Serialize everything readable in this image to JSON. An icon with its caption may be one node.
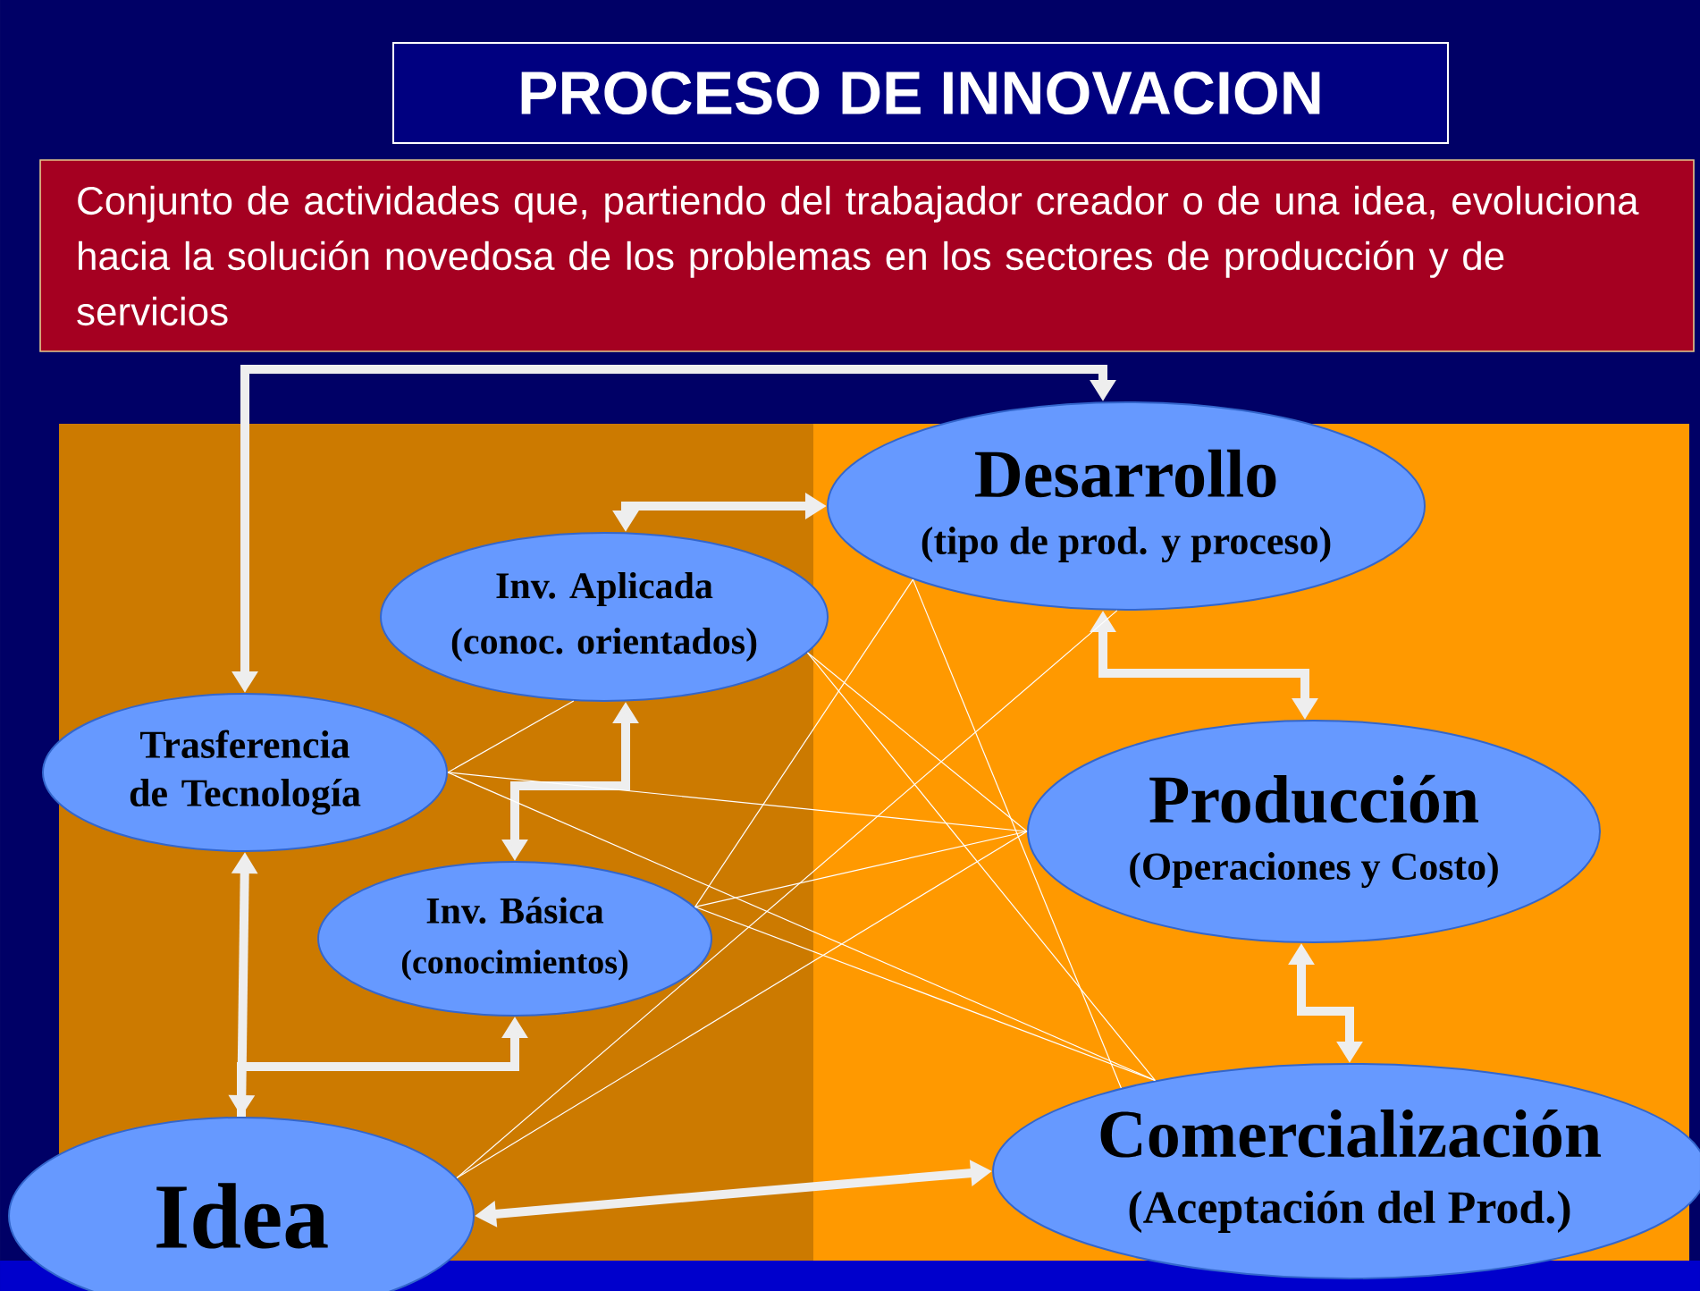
{
  "diagram": {
    "title": "PROCESO DE INNOVACION",
    "nodes": [
      {
        "text": [
          "Conjunto de actividades que, partiendo del trabajador creador o de una idea, evoluciona hacia la solución novedosa de los problemas en los sectores de producción y de servicios"
        ]
      },
      {
        "text": [
          "Desarrollo",
          "(tipo de prod. y proceso)"
        ]
      },
      {
        "text": [
          "Inv. Aplicada",
          "(conoc. orientados)"
        ]
      },
      {
        "text": [
          "Trasferencia de Tecnología"
        ]
      },
      {
        "text": [
          "Producción",
          "(Operaciones y Costo)"
        ]
      },
      {
        "text": [
          "Inv. Básica",
          "(conocimientos)"
        ]
      },
      {
        "text": [
          "Idea"
        ]
      },
      {
        "text": [
          "Comercialización",
          "(Aceptación del Prod.)"
        ]
      }
    ],
    "edges": [
      {
        "from": 3,
        "to": 1,
        "arrow": "both",
        "style": "thick"
      },
      {
        "from": 2,
        "to": 1,
        "arrow": "both",
        "style": "thick"
      },
      {
        "from": 2,
        "to": 5,
        "arrow": "both",
        "style": "thick"
      },
      {
        "from": 6,
        "to": 3,
        "arrow": "both",
        "style": "thick"
      },
      {
        "from": 6,
        "to": 5,
        "arrow": "to",
        "style": "thick"
      },
      {
        "from": 6,
        "to": 7,
        "arrow": "both",
        "style": "thick"
      },
      {
        "from": 1,
        "to": 4,
        "arrow": "both",
        "style": "thick"
      },
      {
        "from": 4,
        "to": 7,
        "arrow": "both",
        "style": "thick"
      },
      {
        "from": 3,
        "to": 2,
        "arrow": "none"
      },
      {
        "from": 3,
        "to": 4,
        "arrow": "none"
      },
      {
        "from": 3,
        "to": 7,
        "arrow": "none"
      },
      {
        "from": 2,
        "to": 4,
        "arrow": "none"
      },
      {
        "from": 2,
        "to": 7,
        "arrow": "none"
      },
      {
        "from": 5,
        "to": 1,
        "arrow": "none"
      },
      {
        "from": 5,
        "to": 4,
        "arrow": "none"
      },
      {
        "from": 5,
        "to": 7,
        "arrow": "none"
      },
      {
        "from": 6,
        "to": 1,
        "arrow": "none"
      },
      {
        "from": 6,
        "to": 4,
        "arrow": "none"
      },
      {
        "from": 1,
        "to": 7,
        "arrow": "none"
      }
    ]
  }
}
